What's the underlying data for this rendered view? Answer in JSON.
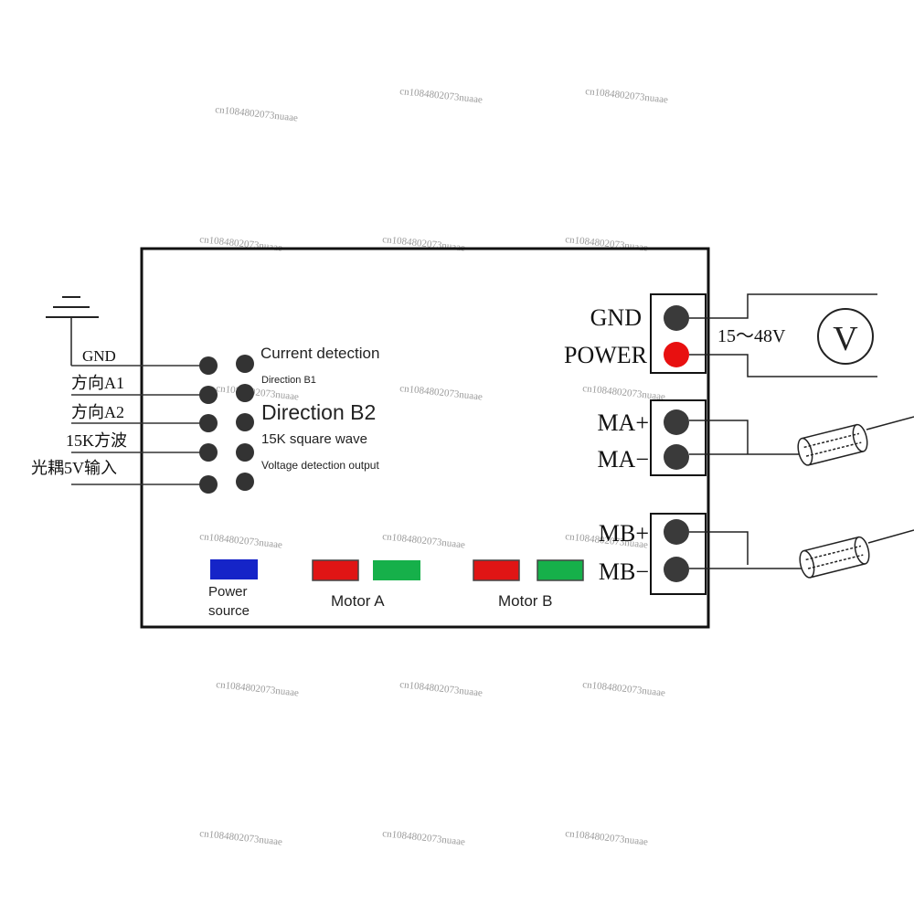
{
  "left_pins": {
    "labels": [
      "GND",
      "方向A1",
      "方向A2",
      "15K方波",
      "光耦5V输入"
    ]
  },
  "right_pins": {
    "labels": [
      "Current detection",
      "Direction B1",
      "Direction B2",
      "15K square wave",
      "Voltage detection output"
    ]
  },
  "power_terminal": {
    "gnd_label": "GND",
    "power_label": "POWER",
    "voltage_range": "15～48V",
    "meter_symbol": "V"
  },
  "motor_a_terminal": {
    "plus_label": "MA+",
    "minus_label": "MA−"
  },
  "motor_b_terminal": {
    "plus_label": "MB+",
    "minus_label": "MB−"
  },
  "indicators": {
    "power_label_line1": "Power",
    "power_label_line2": "source",
    "motor_a_label": "Motor A",
    "motor_b_label": "Motor B"
  },
  "colors": {
    "power_led": "#1524c8",
    "motor_red": "#e01515",
    "motor_green": "#16b04a",
    "power_dot": "#e81010",
    "terminal_dot": "#3a3a3a"
  },
  "watermark": {
    "text": "cn1084802073nuaae"
  }
}
